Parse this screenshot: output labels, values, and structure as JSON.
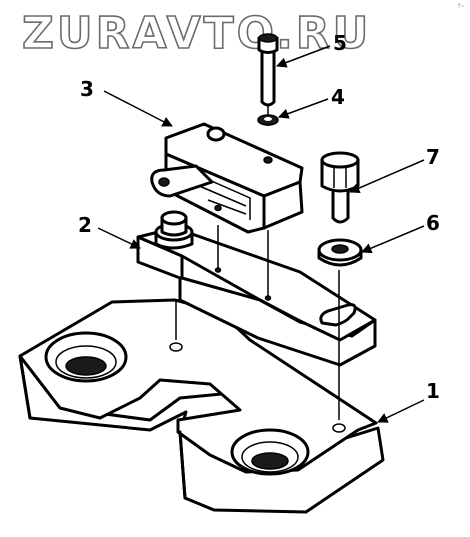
{
  "watermark": "ZURAVTO.RU",
  "corner_mark": "f~",
  "callouts": {
    "c1": "1",
    "c2": "2",
    "c3": "3",
    "c4": "4",
    "c5": "5",
    "c6": "6",
    "c7": "7"
  }
}
